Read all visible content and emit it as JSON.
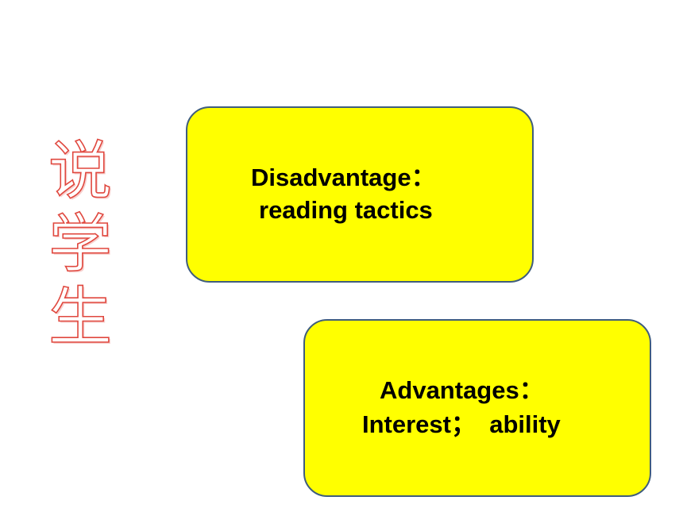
{
  "title_chars": [
    "说",
    "学",
    "生"
  ],
  "card_disadvantage": {
    "heading": "Disadvantage：",
    "text": "reading tactics"
  },
  "card_advantages": {
    "heading": "Advantages：",
    "text": "Interest；  ability"
  },
  "colors": {
    "background": "#ffffff",
    "card_fill": "#ffff00",
    "card_border": "#3f5d7e",
    "title_outline": "#e0483f",
    "text": "#000000"
  }
}
